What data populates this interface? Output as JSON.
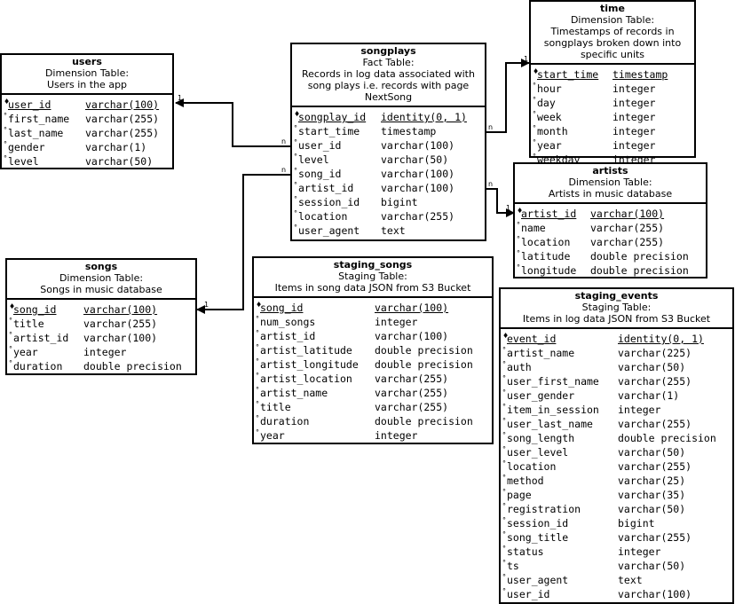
{
  "tables": {
    "users": {
      "name": "users",
      "kind": "Dimension Table:",
      "desc": "Users in the app",
      "columns": [
        {
          "name": "user_id",
          "type": "varchar(100)",
          "pk": true
        },
        {
          "name": "first_name",
          "type": "varchar(255)"
        },
        {
          "name": "last_name",
          "type": "varchar(255)"
        },
        {
          "name": "gender",
          "type": "varchar(1)"
        },
        {
          "name": "level",
          "type": "varchar(50)"
        }
      ]
    },
    "songplays": {
      "name": "songplays",
      "kind": "Fact Table:",
      "desc": "Records in log data associated with song plays i.e. records with page NextSong",
      "columns": [
        {
          "name": "songplay_id",
          "type": "identity(0, 1)",
          "pk": true
        },
        {
          "name": "start_time",
          "type": "timestamp"
        },
        {
          "name": "user_id",
          "type": "varchar(100)"
        },
        {
          "name": "level",
          "type": "varchar(50)"
        },
        {
          "name": "song_id",
          "type": "varchar(100)"
        },
        {
          "name": "artist_id",
          "type": "varchar(100)"
        },
        {
          "name": "session_id",
          "type": "bigint"
        },
        {
          "name": "location",
          "type": "varchar(255)"
        },
        {
          "name": "user_agent",
          "type": "text"
        }
      ]
    },
    "time": {
      "name": "time",
      "kind": "Dimension Table:",
      "desc": "Timestamps of records in songplays broken down into specific units",
      "columns": [
        {
          "name": "start_time",
          "type": "timestamp",
          "pk": true
        },
        {
          "name": "hour",
          "type": "integer"
        },
        {
          "name": "day",
          "type": "integer"
        },
        {
          "name": "week",
          "type": "integer"
        },
        {
          "name": "month",
          "type": "integer"
        },
        {
          "name": "year",
          "type": "integer"
        },
        {
          "name": "weekday",
          "type": "integer"
        }
      ]
    },
    "artists": {
      "name": "artists",
      "kind": "Dimension Table:",
      "desc": "Artists in music database",
      "columns": [
        {
          "name": "artist_id",
          "type": "varchar(100)",
          "pk": true
        },
        {
          "name": "name",
          "type": "varchar(255)"
        },
        {
          "name": "location",
          "type": "varchar(255)"
        },
        {
          "name": "latitude",
          "type": "double precision"
        },
        {
          "name": "longitude",
          "type": "double precision"
        }
      ]
    },
    "songs": {
      "name": "songs",
      "kind": "Dimension Table:",
      "desc": "Songs in music database",
      "columns": [
        {
          "name": "song_id",
          "type": "varchar(100)",
          "pk": true
        },
        {
          "name": "title",
          "type": "varchar(255)"
        },
        {
          "name": "artist_id",
          "type": "varchar(100)"
        },
        {
          "name": "year",
          "type": "integer"
        },
        {
          "name": "duration",
          "type": "double precision"
        }
      ]
    },
    "staging_songs": {
      "name": "staging_songs",
      "kind": "Staging Table:",
      "desc": "Items in song data JSON from S3 Bucket",
      "columns": [
        {
          "name": "song_id",
          "type": "varchar(100)",
          "pk": true
        },
        {
          "name": "num_songs",
          "type": "integer"
        },
        {
          "name": "artist_id",
          "type": "varchar(100)"
        },
        {
          "name": "artist_latitude",
          "type": "double precision"
        },
        {
          "name": "artist_longitude",
          "type": "double precision"
        },
        {
          "name": "artist_location",
          "type": "varchar(255)"
        },
        {
          "name": "artist_name",
          "type": "varchar(255)"
        },
        {
          "name": "title",
          "type": "varchar(255)"
        },
        {
          "name": "duration",
          "type": "double precision"
        },
        {
          "name": "year",
          "type": "integer"
        }
      ]
    },
    "staging_events": {
      "name": "staging_events",
      "kind": "Staging Table:",
      "desc": "Items in log data  JSON from S3 Bucket",
      "columns": [
        {
          "name": "event_id",
          "type": "identity(0, 1)",
          "pk": true
        },
        {
          "name": "artist_name",
          "type": "varchar(225)"
        },
        {
          "name": "auth",
          "type": "varchar(50)"
        },
        {
          "name": "user_first_name",
          "type": "varchar(255)"
        },
        {
          "name": "user_gender",
          "type": "varchar(1)"
        },
        {
          "name": "item_in_session",
          "type": "integer"
        },
        {
          "name": "user_last_name",
          "type": "varchar(255)"
        },
        {
          "name": "song_length",
          "type": "double precision"
        },
        {
          "name": "user_level",
          "type": "varchar(50)"
        },
        {
          "name": "location",
          "type": "varchar(255)"
        },
        {
          "name": "method",
          "type": "varchar(25)"
        },
        {
          "name": "page",
          "type": "varchar(35)"
        },
        {
          "name": "registration",
          "type": "varchar(50)"
        },
        {
          "name": "session_id",
          "type": "bigint"
        },
        {
          "name": "song_title",
          "type": "varchar(255)"
        },
        {
          "name": "status",
          "type": "integer"
        },
        {
          "name": "ts",
          "type": "varchar(50)"
        },
        {
          "name": "user_agent",
          "type": "text"
        },
        {
          "name": "user_id",
          "type": "varchar(100)"
        }
      ]
    }
  },
  "relationships": [
    {
      "from": "songplays",
      "to": "users",
      "from_card": "n",
      "to_card": "1"
    },
    {
      "from": "songplays",
      "to": "time",
      "from_card": "n",
      "to_card": "1"
    },
    {
      "from": "songplays",
      "to": "artists",
      "from_card": "n",
      "to_card": "1"
    },
    {
      "from": "songplays",
      "to": "songs",
      "from_card": "n",
      "to_card": "1"
    }
  ],
  "markers": {
    "pk": "♦",
    "col": "°"
  }
}
